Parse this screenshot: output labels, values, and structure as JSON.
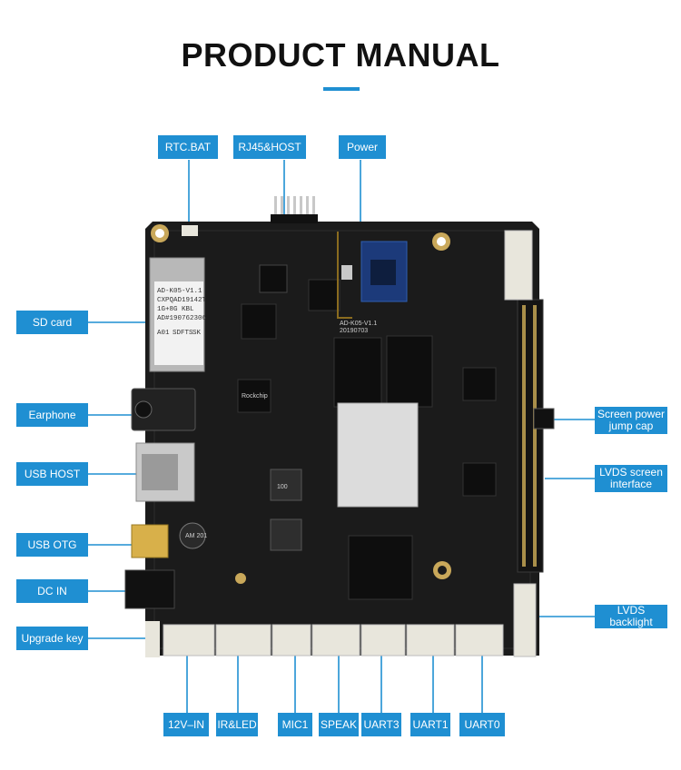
{
  "header": {
    "title": "PRODUCT MANUAL"
  },
  "labels": {
    "rtc_bat": "RTC.BAT",
    "rj45_host": "RJ45&HOST",
    "power": "Power",
    "sd_card": "SD card",
    "earphone": "Earphone",
    "usb_host": "USB HOST",
    "usb_otg": "USB OTG",
    "dc_in": "DC IN",
    "upgrade_key": "Upgrade key",
    "screen_power_1": "Screen power",
    "screen_power_2": "jump cap",
    "lvds_screen_1": "LVDS screen",
    "lvds_screen_2": "interface",
    "lvds_backlight": "LVDS backlight",
    "in_12v": "12V–IN",
    "ir_led": "IR&LED",
    "mic1": "MIC1",
    "speak": "SPEAK",
    "uart3": "UART3",
    "uart1": "UART1",
    "uart0": "UART0"
  },
  "board": {
    "sticker_lines": [
      "AD-K05-V1.1",
      "CXPQAD19142T",
      "1G+8G  KBL",
      "AD#190762306"
    ],
    "sticker_row": [
      "A01",
      "SDFTS",
      "SK"
    ],
    "silkscreen": [
      "AD-K05-V1.1",
      "20190703"
    ],
    "chip_marks": [
      "Rockchip",
      "100",
      "AM 201"
    ]
  },
  "colors": {
    "accent": "#1f8fd2",
    "board": "#1b1b1b",
    "pcb_trace": "#2a2a2a"
  }
}
